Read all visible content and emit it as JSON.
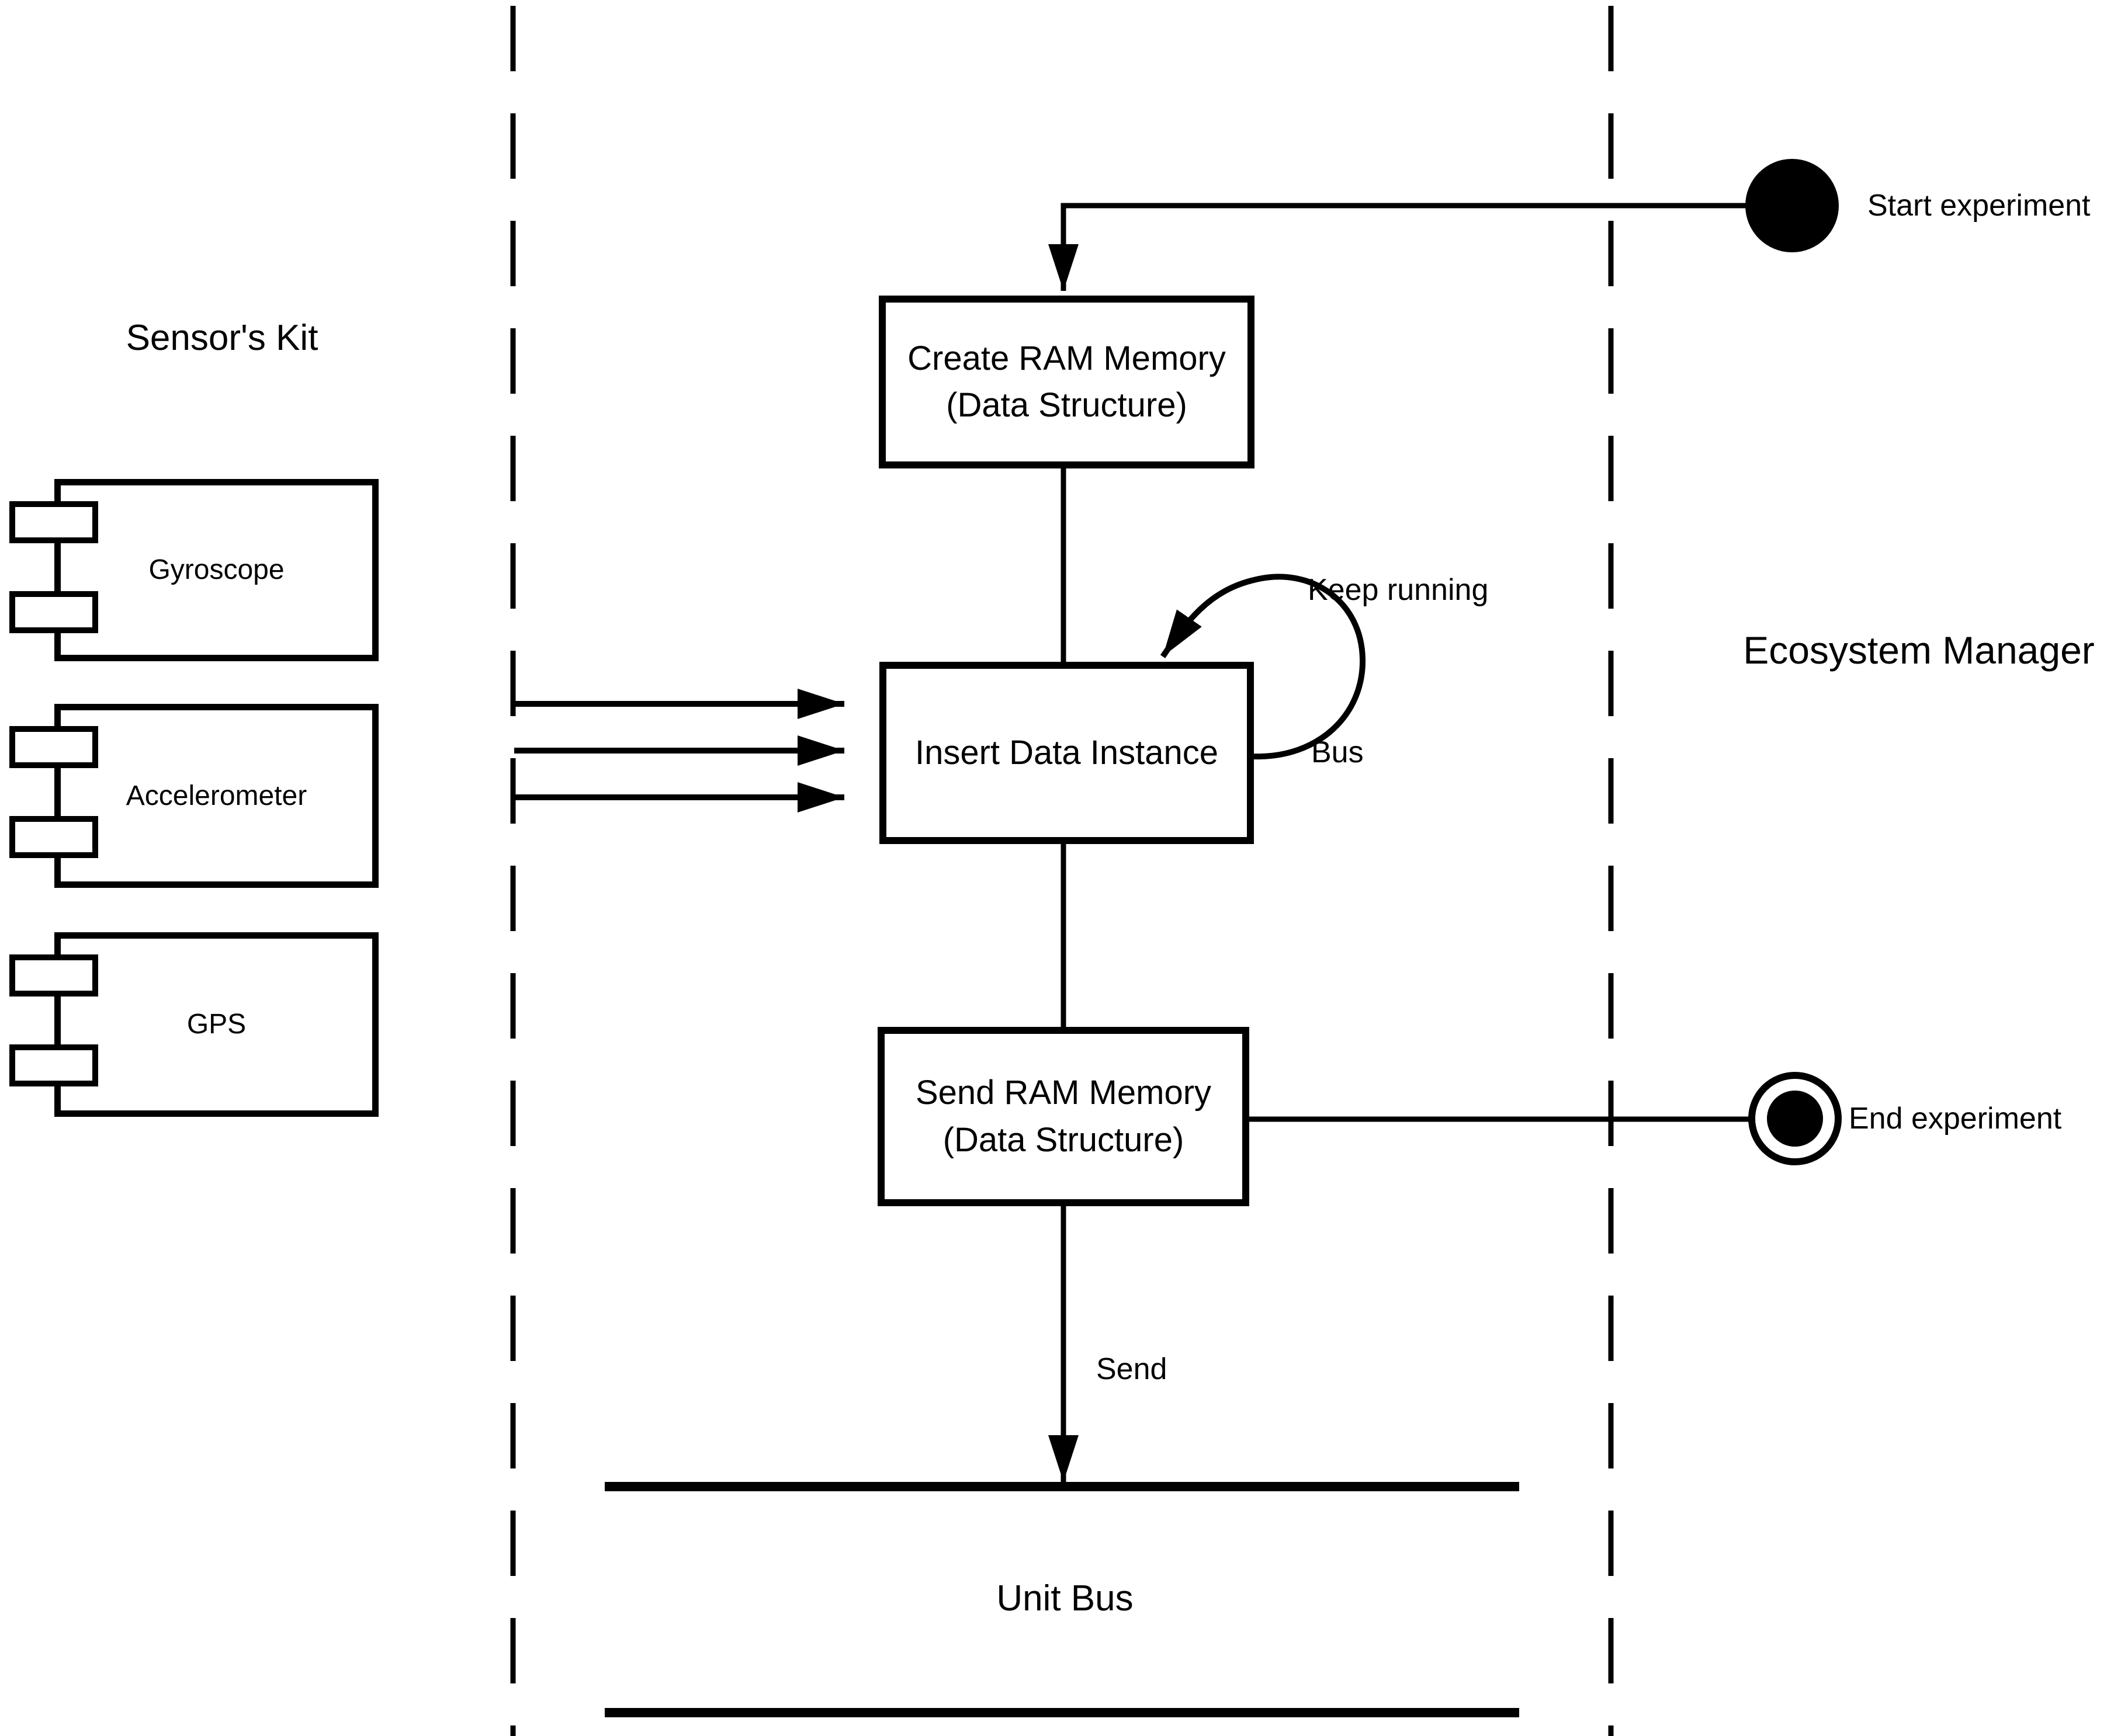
{
  "diagram": {
    "lane_sensors_title": "Sensor's Kit",
    "lane_manager_title": "Ecosystem Manager",
    "lane_bus_title": "Unit Bus"
  },
  "sensors": [
    {
      "label": "Gyroscope"
    },
    {
      "label": "Accelerometer"
    },
    {
      "label": "GPS"
    }
  ],
  "nodes": {
    "create_ram": {
      "line1": "Create RAM Memory",
      "line2": "(Data Structure)"
    },
    "insert_data": {
      "line1": "Insert Data Instance"
    },
    "send_ram": {
      "line1": "Send RAM Memory",
      "line2": "(Data Structure)"
    }
  },
  "labels": {
    "start": "Start experiment",
    "end": "End experiment",
    "keep_running": "Keep running",
    "bus": "Bus",
    "send": "Send"
  },
  "colors": {
    "ink": "#000000",
    "background": "#ffffff"
  }
}
